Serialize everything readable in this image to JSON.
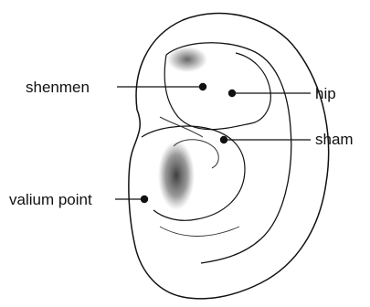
{
  "labels": {
    "shenmen": "shenmen",
    "hip": "hip",
    "sham": "sham",
    "valium_point": "valium point"
  },
  "colors": {
    "ink": "#111111",
    "shading": "#555555",
    "background": "#ffffff"
  }
}
